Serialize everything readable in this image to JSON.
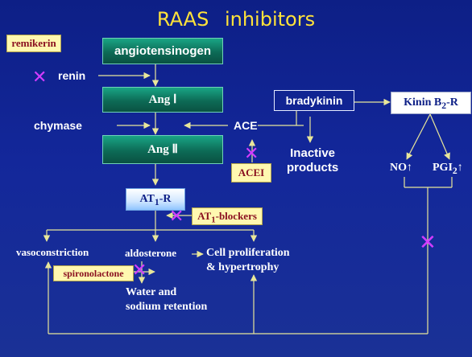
{
  "title": "RAAS inhibitors",
  "nodes": {
    "angiotensinogen": "angiotensinogen",
    "renin": "renin",
    "ang1": "Ang Ⅰ",
    "ang2": "Ang Ⅱ",
    "chymase": "chymase",
    "ace": "ACE",
    "bradykinin": "bradykinin",
    "kinin_receptor": "Kinin B",
    "kinin_receptor_sub": "2",
    "kinin_receptor_suffix": "-R",
    "inactive_products_line1": "Inactive",
    "inactive_products_line2": "products",
    "no": "NO↑",
    "pgi_main": "PGI",
    "pgi_sub": "2",
    "pgi_suffix": "↑",
    "at1_main": "AT",
    "at1_sub": "1",
    "at1_suffix": "-R",
    "vasoconstriction": "vasoconstriction",
    "aldosterone": "aldosterone",
    "cell_line1": "Cell proliferation",
    "cell_line2": "& hypertrophy",
    "water_line1": "Water and",
    "water_line2": "sodium retention"
  },
  "inhibitors": {
    "remikerin": "remikerin",
    "acei": "ACEI",
    "at1_blockers_main": "AT",
    "at1_blockers_sub": "1",
    "at1_blockers_suffix": "-blockers",
    "spironolactone": "spironolactone"
  },
  "colors": {
    "background": "#13279a",
    "title": "#ffe23a",
    "arrows": "#e8e69a",
    "inhibit_mark": "#d23cff",
    "inhibitor_box": "#fff8b0",
    "inhibitor_text": "#8a1020",
    "enzyme_box": "#0d6b56"
  },
  "icons": {
    "inhibit": "cross-mark-icon"
  }
}
